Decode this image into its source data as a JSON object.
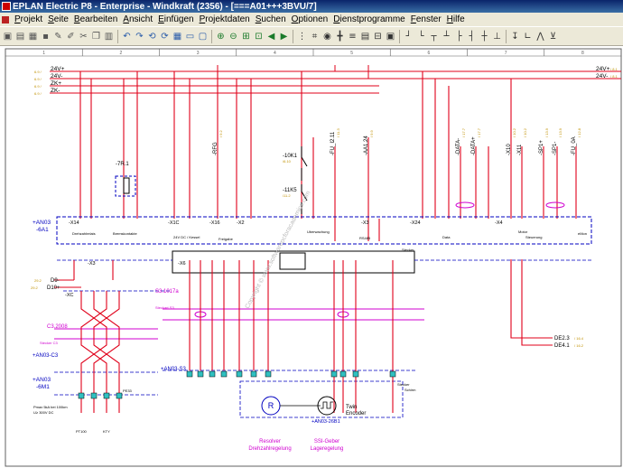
{
  "window": {
    "title": "EPLAN Electric P8 - Enterprise - Windkraft (2356) - [===A01+++3BVU/7]"
  },
  "menu": [
    "Projekt",
    "Seite",
    "Bearbeiten",
    "Ansicht",
    "Einfügen",
    "Projektdaten",
    "Suchen",
    "Optionen",
    "Dienstprogramme",
    "Fenster",
    "Hilfe"
  ],
  "toolbar_icons": [
    "new-project-icon",
    "open-project-icon",
    "project-manager-icon",
    "save-icon",
    "wrench-icon",
    "pen-icon",
    "scissors-icon",
    "copy-icon",
    "paste-icon",
    "undo-icon",
    "redo-icon",
    "undo-list-icon",
    "redo-list-icon",
    "grid-icon",
    "window-icon",
    "monitor-icon",
    "zoom-in-icon",
    "zoom-out-icon",
    "zoom-window-icon",
    "zoom-all-icon",
    "zoom-prev-icon",
    "zoom-next-icon",
    "grid-toggle-icon",
    "snap-icon",
    "symbol-icon",
    "connection-icon",
    "cable-icon",
    "plc-icon",
    "terminal-icon",
    "macro-icon",
    "corner-left-icon",
    "corner-right-icon",
    "tee-down-icon",
    "tee-up-icon",
    "tee-right-icon",
    "tee-left-icon",
    "cross-icon",
    "jumper-icon",
    "interruption-icon",
    "angle-icon",
    "branch-icon",
    "potential-icon"
  ],
  "colors": {
    "supply": "#e0001a",
    "structure": "#0000c0",
    "cable": "#d000d0",
    "annotation": "#c09000",
    "frame": "#606060"
  },
  "schematic": {
    "frame_columns": [
      "1",
      "2",
      "3",
      "4",
      "5",
      "6",
      "7",
      "8"
    ],
    "potentials_left": [
      {
        "label": "24V+",
        "ref": "6.9 /"
      },
      {
        "label": "24V-",
        "ref": "6.9 /"
      },
      {
        "label": "ZK+",
        "ref": "6.9 /"
      },
      {
        "label": "ZK-",
        "ref": "6.9 /"
      }
    ],
    "potentials_right": [
      {
        "label": "24V+",
        "ref": "/ 8.1"
      },
      {
        "label": "24V-",
        "ref": "/ 8.1"
      }
    ],
    "signals": [
      {
        "label": "-RFG",
        "ref": "/ 9.2"
      },
      {
        "label": "-FU_I2.11",
        "ref": "/ 11.3"
      },
      {
        "label": "-AA1.24",
        "ref": "/ 9.9"
      },
      {
        "label": "-DATA-",
        "ref": "/ 17.7"
      },
      {
        "label": "-DATA+",
        "ref": "/ 17.7"
      },
      {
        "label": "-X10",
        "ref": "/ 10.2"
      },
      {
        "label": "-X11",
        "ref": "/ 10.2"
      },
      {
        "label": "-SP1+",
        "ref": "/ 13.9"
      },
      {
        "label": "-SP1-",
        "ref": "/ 13.9"
      },
      {
        "label": "-FU_0A",
        "ref": "/ 12.8"
      }
    ],
    "devices": {
      "k1": "-10K1",
      "k1_ref": "/6.10",
      "k5": "-11K5",
      "k5_ref": "/11.2",
      "r1": "-7R.1",
      "main_device": "+AN03\n-6A1",
      "motor_device": "+AN03\n-6M1",
      "encoder": "+AN03-26B1",
      "encoder_label": "Twin Encoder",
      "resolver_symbol": "R",
      "cable_w1": "S3.1017a",
      "cable_w2": "C3.2008",
      "cable_w1_note": "Steckart S3",
      "cable_w2_note": "Stecker C3",
      "terminal_s3": "+AN03-S3",
      "terminal_c3": "+AN03-C3",
      "motor_specs": "Pmax 5kA bei 100km\nU≥ 300V DC"
    },
    "terminals_top": [
      "-X14",
      "-X1C",
      "-X16",
      "-X2",
      "-X3",
      "-X24",
      "-X4",
      "-X2",
      "-X2"
    ],
    "terminals_mid": [
      "-X3",
      "-X6",
      "-XC"
    ],
    "outputs": [
      {
        "label": "D9-",
        "ref": "29.2"
      },
      {
        "label": "D10+",
        "ref": "29.2"
      },
      {
        "label": "DE2.3",
        "ref": "/ 16.4"
      },
      {
        "label": "DE4.1",
        "ref": "/ 16.2"
      }
    ],
    "function_texts": {
      "drehzahl": "Drehzahlrelais",
      "temp": "Bremskontakte",
      "x_dc": "24V DC / Kessel",
      "fu": "Freigabe",
      "sicherheit": "Uberwachung",
      "rs485": "RS485",
      "data": "Data",
      "ctrl_a": "Motor",
      "ctrl_b": "Steuerung",
      "ctrl_c": "eMon",
      "stecker": "Stecker",
      "pt100": "PT100",
      "kty": "KTY",
      "pe": "PE33",
      "stecker_s": "Stecker",
      "schirm": "Schirm",
      "resolver": "Resolver",
      "drehzahlregelung": "Drehzahlregelung",
      "ssi": "SSI-Geber",
      "lageregelung": "Lageregelung"
    },
    "watermark": "Copyright © www.softwarepcforacademics.com"
  }
}
